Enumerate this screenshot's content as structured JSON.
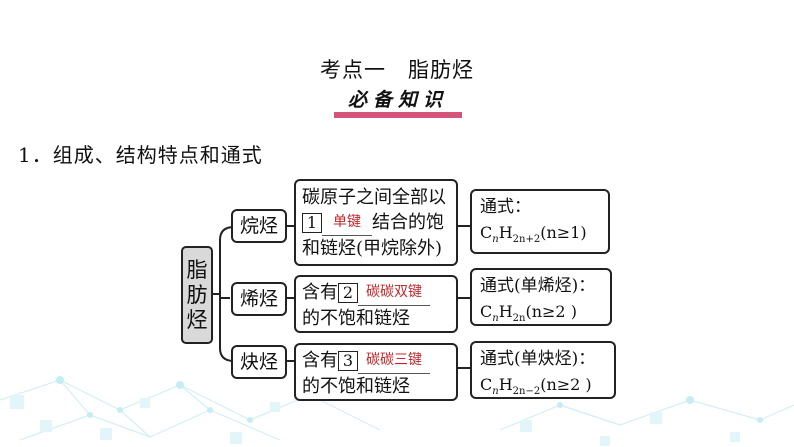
{
  "header": {
    "title": "考点一　脂肪烃",
    "badge": "必备知识"
  },
  "section_heading": "1．组成、结构特点和通式",
  "diagram": {
    "root_label": "脂肪烃",
    "branches": [
      {
        "label": "烷烃",
        "desc_before_line1": "碳原子之间全部以",
        "blank_number": "1",
        "answer": "单键",
        "desc_after": "结合的饱",
        "desc_line3": "和链烃(甲烷除外)",
        "formula_label": "通式：",
        "formula_base": "CnH2n+2",
        "f_C": "C",
        "f_n": "n",
        "f_H": "H",
        "f_sub": "2n+2",
        "f_cond": "(n≥1)"
      },
      {
        "label": "烯烃",
        "desc_before": "含有",
        "blank_number": "2",
        "answer": "碳碳双键",
        "desc_line2": "的不饱和链烃",
        "formula_label": "通式(单烯烃)：",
        "f_C": "C",
        "f_n": "n",
        "f_H": "H",
        "f_sub": "2n",
        "f_cond": "(n≥2 )"
      },
      {
        "label": "炔烃",
        "desc_before": "含有",
        "blank_number": "3",
        "answer": "碳碳三键",
        "desc_line2": "的不饱和链烃",
        "formula_label": "通式(单炔烃)：",
        "f_C": "C",
        "f_n": "n",
        "f_H": "H",
        "f_sub": "2n−2",
        "f_cond": "(n≥2 )"
      }
    ]
  },
  "colors": {
    "badge_bar": "#d4547a",
    "answer_text": "#c0282b",
    "root_fill": "#d9d9d9",
    "decor": "#bfe9f2"
  }
}
